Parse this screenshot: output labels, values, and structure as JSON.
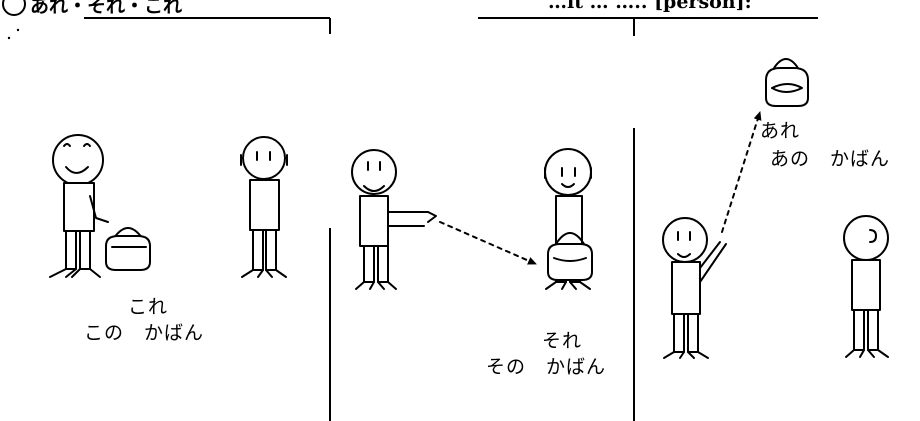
{
  "header": {
    "left_text": "あれ・それ・これ",
    "right_text": "…it … ….. [person]:"
  },
  "panels": {
    "kore": {
      "pronoun": "これ",
      "noun_phrase": "この　かばん"
    },
    "sore": {
      "pronoun": "それ",
      "noun_phrase": "その　かばん"
    },
    "are": {
      "pronoun": "あれ",
      "noun_phrase": "あの　かばん"
    }
  },
  "colors": {
    "ink": "#000000",
    "background": "#ffffff"
  },
  "icons": [
    "person-figure",
    "handbag-icon",
    "dotted-pointing-arrow"
  ]
}
